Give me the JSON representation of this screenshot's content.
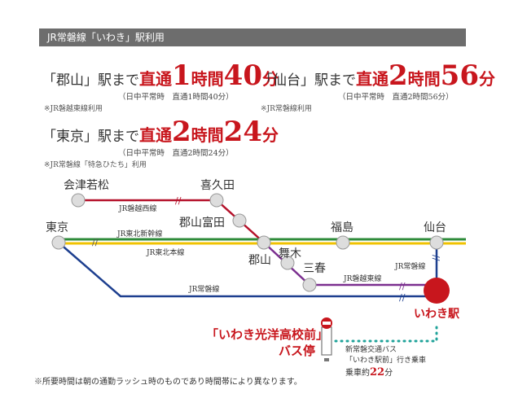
{
  "header": {
    "title": "JR常磐線「いわき」駅利用"
  },
  "times": [
    {
      "station": "「郡山」駅まで",
      "kind": "直通",
      "hours": "1",
      "hours_unit": "時間",
      "minutes": "40",
      "minutes_unit": "分",
      "detail": "（日中平常時　直通1時間40分）",
      "note": "※JR磐越東線利用"
    },
    {
      "station": "「仙台」駅まで",
      "kind": "直通",
      "hours": "2",
      "hours_unit": "時間",
      "minutes": "56",
      "minutes_unit": "分",
      "detail": "（日中平常時　直通2時間56分）",
      "note": "※JR常磐線利用"
    },
    {
      "station": "「東京」駅まで",
      "kind": "直通",
      "hours": "2",
      "hours_unit": "時間",
      "minutes": "24",
      "minutes_unit": "分",
      "detail": "（日中平常時　直通2時間24分）",
      "note": "※JR常磐線「特急ひたち」利用"
    }
  ],
  "map": {
    "stations": {
      "aizu": "会津若松",
      "kitakata": "喜久田",
      "koriyama_tomita": "郡山富田",
      "tokyo": "東京",
      "fukushima": "福島",
      "sendai": "仙台",
      "koriyama": "郡山",
      "maigi": "舞木",
      "miharu": "三春",
      "iwaki": "いわき駅"
    },
    "lines": {
      "banetsu_west": "JR磐越西線",
      "tohoku_shinkansen": "JR東北新幹線",
      "tohoku_main": "JR東北本線",
      "banetsu_east": "JR磐越東線",
      "joban_south": "JR常磐線",
      "joban_north": "JR常磐線"
    },
    "bus": {
      "stop_name": "「いわき光洋高校前」",
      "stop_suffix": "バス停",
      "line1": "新常磐交通バス",
      "line2": "「いわき駅前」行き乗車",
      "ride_label": "乗車約",
      "ride_minutes": "22",
      "ride_unit": "分"
    },
    "colors": {
      "banetsu_west": "#b5122b",
      "shinkansen": "#2e8b3a",
      "tohoku_main": "#f0c200",
      "joban": "#1d3f8f",
      "banetsu_east": "#7b2f8f",
      "iwaki": "#c8161d",
      "bus_dots": "#20a39a"
    }
  },
  "footer": {
    "note": "※所要時間は朝の通勤ラッシュ時のものであり時間帯により異なります。"
  }
}
